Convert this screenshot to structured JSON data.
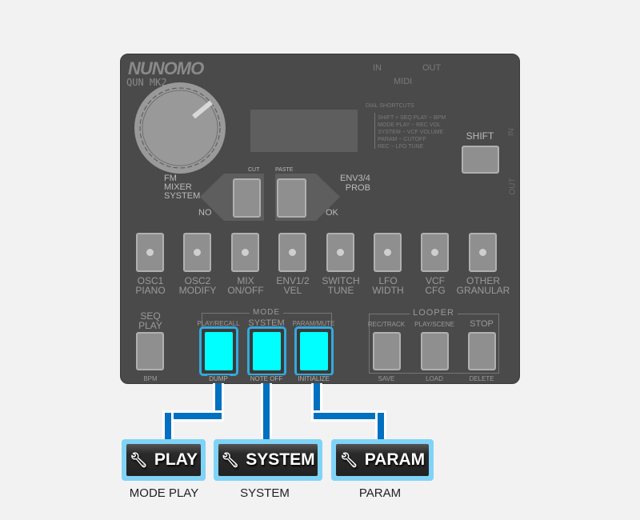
{
  "device": {
    "brand": "NUNOMO",
    "model": "QUN MK2"
  },
  "midi": {
    "in": "IN",
    "out": "OUT",
    "label": "MIDI"
  },
  "side_jacks": {
    "in": "IN",
    "out": "OUT"
  },
  "dial_shortcuts": {
    "title": "DIAL SHORTCUTS",
    "lines": [
      "SHIFT + SEQ PLAY − BPM",
      "MODE PLAY − REC VOL",
      "SYSTEM − VCF VOLUME",
      "PARAM − CUTOFF",
      "REC − LFO TUNE"
    ]
  },
  "shift": {
    "label": "SHIFT"
  },
  "nav": {
    "cut": "CUT",
    "paste": "PASTE",
    "left_label_1": "FM",
    "left_label_2": "MIXER",
    "left_label_3": "SYSTEM",
    "no": "NO",
    "right_label_1": "ENV3/4",
    "right_label_2": "PROB",
    "ok": "OK"
  },
  "pads": [
    {
      "l1": "OSC1",
      "l2": "PIANO"
    },
    {
      "l1": "OSC2",
      "l2": "MODIFY"
    },
    {
      "l1": "MIX",
      "l2": "ON/OFF"
    },
    {
      "l1": "ENV1/2",
      "l2": "VEL"
    },
    {
      "l1": "SWITCH",
      "l2": "TUNE"
    },
    {
      "l1": "LFO",
      "l2": "WIDTH"
    },
    {
      "l1": "VCF",
      "l2": "CFG"
    },
    {
      "l1": "OTHER",
      "l2": "GRANULAR"
    }
  ],
  "seq": {
    "l1": "SEQ",
    "l2": "PLAY",
    "sub": "BPM"
  },
  "mode": {
    "title": "MODE",
    "buttons": [
      {
        "top": "PLAY/RECALL",
        "sub": "DUMP"
      },
      {
        "top": "SYSTEM",
        "sub": "NOTE OFF"
      },
      {
        "top": "PARAM/MUTE",
        "sub": "INITIALIZE"
      }
    ]
  },
  "looper": {
    "title": "LOOPER",
    "buttons": [
      {
        "top": "REC/TRACK",
        "sub": "SAVE"
      },
      {
        "top": "PLAY/SCENE",
        "sub": "LOAD"
      },
      {
        "top": "STOP",
        "sub": "DELETE"
      }
    ]
  },
  "callouts": [
    {
      "label": "PLAY",
      "caption": "MODE PLAY"
    },
    {
      "label": "SYSTEM",
      "caption": "SYSTEM"
    },
    {
      "label": "PARAM",
      "caption": "PARAM"
    }
  ],
  "colors": {
    "highlight": "#00ffff",
    "connector": "#0070c0",
    "callout_border": "#7fd3f7"
  }
}
